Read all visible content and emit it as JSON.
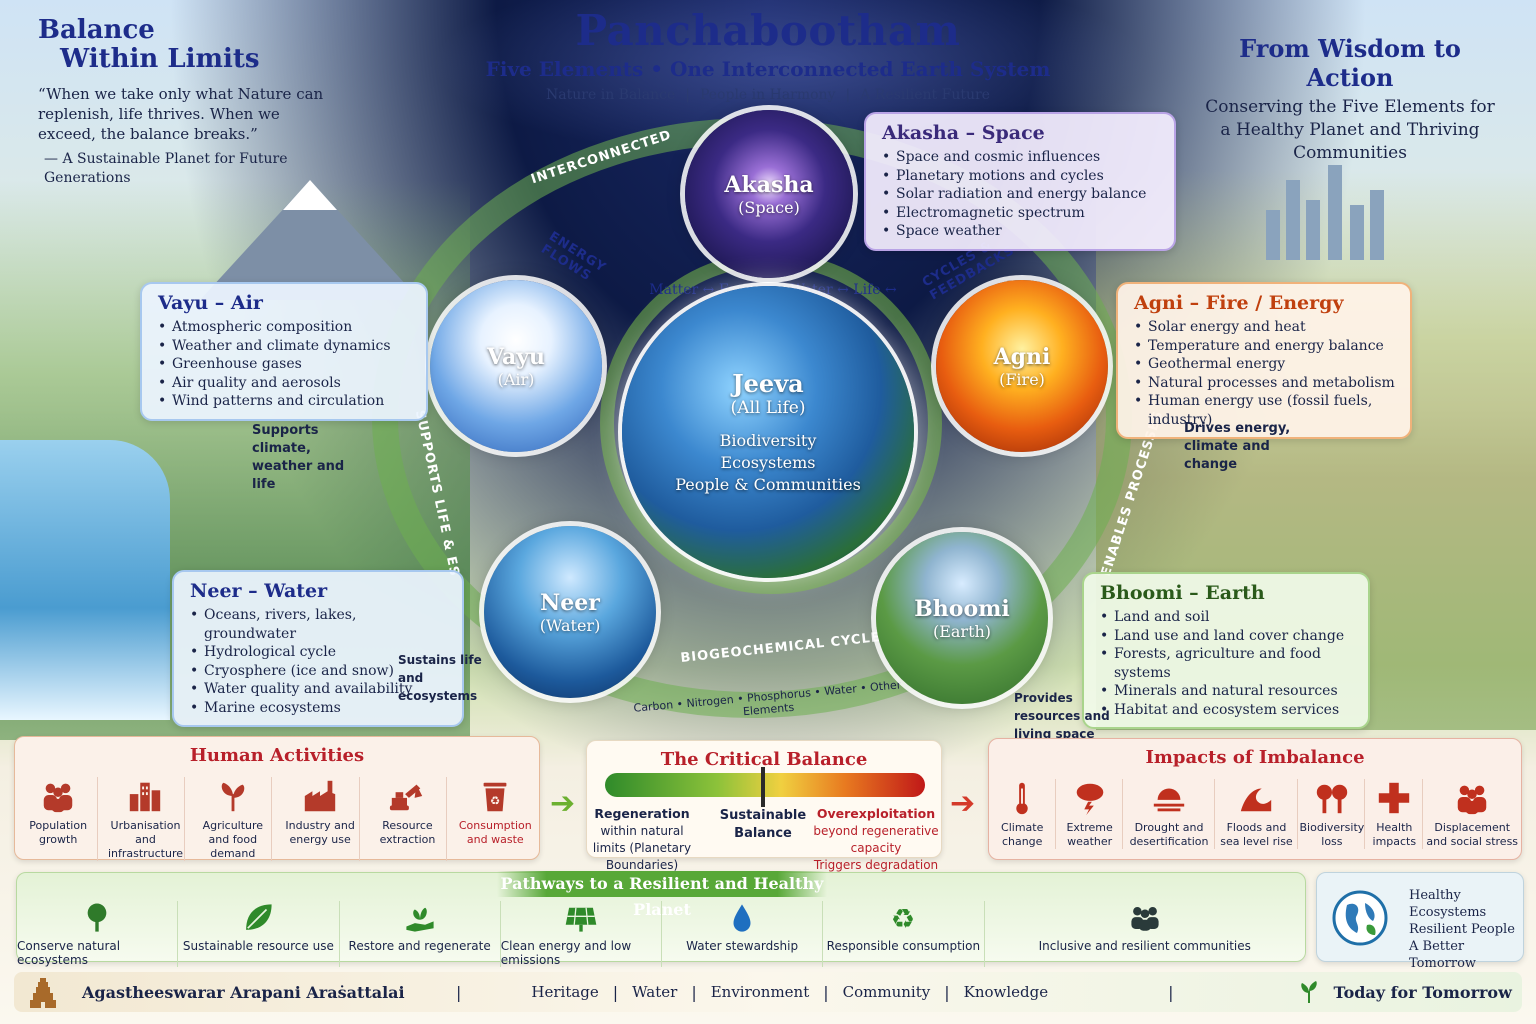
{
  "header": {
    "title": "Panchabootham",
    "subtitle_part1": "Five Elements",
    "subtitle_part2": "One Interconnected Earth System",
    "tagline": [
      "Nature in Balance",
      "People in Harmony",
      "A Resilient Future"
    ]
  },
  "left_corner": {
    "heading_line1": "Balance",
    "heading_line2": "Within Limits",
    "quote": "“When we take only what Nature can replenish, life thrives. When we exceed, the balance breaks.”",
    "attribution": "— A Sustainable Planet for Future Generations"
  },
  "right_corner": {
    "heading": "From Wisdom to Action",
    "text": "Conserving the Five Elements for a Healthy Planet and Thriving Communities"
  },
  "ring_labels": {
    "interconnected": "INTERCONNECTED",
    "energy_flows": "ENERGY FLOWS",
    "cycles_feedbacks": "CYCLES & FEEDBACKS",
    "supports_life": "SUPPORTS LIFE & ES",
    "enables_processes": "ENABLES PROCESSES",
    "biogeochemical": "BIOGEOCHEMICAL CYCLES",
    "cycle_words": "Matter ↔ Energy ↔ Water ↔ Life ↔ Climate",
    "bio_elements": "Carbon • Nitrogen • Phosphorus • Water • Other Elements"
  },
  "circles": {
    "akasha": {
      "name": "Akasha",
      "sub": "(Space)"
    },
    "vayu": {
      "name": "Vayu",
      "sub": "(Air)"
    },
    "agni": {
      "name": "Agni",
      "sub": "(Fire)"
    },
    "neer": {
      "name": "Neer",
      "sub": "(Water)"
    },
    "bhoomi": {
      "name": "Bhoomi",
      "sub": "(Earth)"
    },
    "jeeva": {
      "name": "Jeeva",
      "sub": "(All Life)",
      "lines": [
        "Biodiversity",
        "Ecosystems",
        "People & Communities"
      ]
    }
  },
  "info": {
    "akasha": {
      "title": "Akasha – Space",
      "items": [
        "Space and cosmic influences",
        "Planetary motions and cycles",
        "Solar radiation and energy balance",
        "Electromagnetic spectrum",
        "Space weather"
      ]
    },
    "vayu": {
      "title": "Vayu – Air",
      "items": [
        "Atmospheric composition",
        "Weather and climate dynamics",
        "Greenhouse gases",
        "Air quality and aerosols",
        "Wind patterns and circulation"
      ]
    },
    "agni": {
      "title": "Agni – Fire / Energy",
      "items": [
        "Solar energy and heat",
        "Temperature and energy balance",
        "Geothermal energy",
        "Natural processes and metabolism",
        "Human energy use (fossil fuels, industry)"
      ]
    },
    "neer": {
      "title": "Neer – Water",
      "items": [
        "Oceans, rivers, lakes, groundwater",
        "Hydrological cycle",
        "Cryosphere (ice and snow)",
        "Water quality and availability",
        "Marine ecosystems"
      ]
    },
    "bhoomi": {
      "title": "Bhoomi – Earth",
      "items": [
        "Land and soil",
        "Land use and land cover change",
        "Forests, agriculture and food systems",
        "Minerals and natural resources",
        "Habitat and ecosystem services"
      ]
    }
  },
  "notes": {
    "vayu": "Supports climate, weather and life",
    "agni": "Drives energy, climate and change",
    "neer": "Sustains life and ecosystems",
    "bhoomi": "Provides resources and living space"
  },
  "human_activities": {
    "title": "Human Activities",
    "items": [
      {
        "icon": "population-icon",
        "label": "Population growth"
      },
      {
        "icon": "urban-icon",
        "label": "Urbanisation and infrastructure"
      },
      {
        "icon": "agriculture-icon",
        "label": "Agriculture and food demand"
      },
      {
        "icon": "industry-icon",
        "label": "Industry and energy use"
      },
      {
        "icon": "excavator-icon",
        "label": "Resource extraction"
      },
      {
        "icon": "recycle-bin-icon",
        "label": "Consumption and waste"
      }
    ]
  },
  "critical_balance": {
    "title": "The Critical Balance",
    "left_title": "Regeneration",
    "left_text": "within natural limits (Planetary Boundaries)",
    "center": "Sustainable Balance",
    "right_title": "Overexploitation",
    "right_text1": "beyond regenerative capacity",
    "right_text2": "Triggers degradation and risk"
  },
  "impacts": {
    "title": "Impacts of Imbalance",
    "items": [
      {
        "icon": "thermometer-icon",
        "label": "Climate change"
      },
      {
        "icon": "storm-icon",
        "label": "Extreme weather"
      },
      {
        "icon": "drought-icon",
        "label": "Drought and desertification"
      },
      {
        "icon": "wave-icon",
        "label": "Floods and sea level rise"
      },
      {
        "icon": "trees-icon",
        "label": "Biodiversity loss"
      },
      {
        "icon": "health-cross-icon",
        "label": "Health impacts"
      },
      {
        "icon": "people-icon",
        "label": "Displacement and social stress"
      }
    ]
  },
  "pathways": {
    "title": "Pathways to a Resilient and Healthy Planet",
    "items": [
      {
        "icon": "tree-icon",
        "label": "Conserve natural ecosystems"
      },
      {
        "icon": "leaf-icon",
        "label": "Sustainable resource use"
      },
      {
        "icon": "hand-plant-icon",
        "label": "Restore and regenerate"
      },
      {
        "icon": "solar-panel-icon",
        "label": "Clean energy and low emissions"
      },
      {
        "icon": "water-drop-icon",
        "label": "Water stewardship"
      },
      {
        "icon": "recycle-icon",
        "label": "Responsible consumption"
      },
      {
        "icon": "community-icon",
        "label": "Inclusive and resilient communities"
      }
    ]
  },
  "healthy": {
    "lines": [
      "Healthy",
      "Ecosystems",
      "Resilient People",
      "A Better Tomorrow"
    ]
  },
  "footer": {
    "org": "Agastheeswarar Arapani Araṡattalai",
    "keywords": [
      "Heritage",
      "Water",
      "Environment",
      "Community",
      "Knowledge"
    ],
    "slogan": "Today for Tomorrow"
  },
  "colors": {
    "title": "#1d2c8a",
    "red_accent": "#b8202a",
    "green_accent": "#58a838"
  }
}
